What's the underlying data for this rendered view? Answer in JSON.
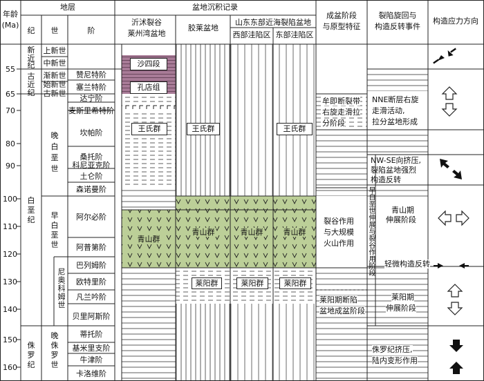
{
  "header": {
    "age_label_1": "年龄",
    "age_label_2": "(Ma)",
    "strata": "地层",
    "period": "纪",
    "epoch": "世",
    "stage": "阶",
    "basin_records": "盆地沉积记录",
    "col_yishu_1": "沂沭裂谷",
    "col_yishu_2": "莱州湾盆地",
    "col_jiaolai": "胶莱盆地",
    "col_shandong_top": "山东东部近海裂陷盆地",
    "col_west": "西部洼陷区",
    "col_east": "东部洼陷区",
    "col_stage_1": "成盆阶段",
    "col_stage_2": "与原型特征",
    "col_event_1": "裂陷旋回与",
    "col_event_2": "构造反转事件",
    "col_stress": "构造应力方向"
  },
  "age_ticks": [
    "55",
    "65",
    "70",
    "80",
    "90",
    "100",
    "110",
    "120",
    "130",
    "140",
    "150",
    "160"
  ],
  "periods": {
    "neogene_1": "新",
    "neogene_2": "近",
    "neogene_3": "纪",
    "paleogene_1": "古",
    "paleogene_2": "近",
    "paleogene_3": "纪",
    "cretaceous_1": "白",
    "cretaceous_2": "垩",
    "cretaceous_3": "纪",
    "jurassic_1": "侏",
    "jurassic_2": "罗",
    "jurassic_3": "纪"
  },
  "epochs": {
    "pliocene": "上新世",
    "miocene": "中新世",
    "oligocene": "渐新世",
    "eocene": "始新世",
    "paleocene": "古新世",
    "late_cret_1": "晚",
    "late_cret_2": "白",
    "late_cret_3": "垩",
    "late_cret_4": "世",
    "early_cret_1": "早",
    "early_cret_2": "白",
    "early_cret_3": "垩",
    "early_cret_4": "世",
    "neocomian": "尼奥科姆世",
    "late_jur_1": "晚",
    "late_jur_2": "侏",
    "late_jur_3": "罗",
    "late_jur_4": "世"
  },
  "stages": [
    "赞尼特阶",
    "塞兰特阶",
    "达宁阶",
    "麦斯里希特阶",
    "坎帕阶",
    "桑托阶",
    "科尼亚克阶",
    "土仑阶",
    "森诺曼阶",
    "阿尔必阶",
    "阿普第阶",
    "巴列姆阶",
    "欧特里阶",
    "凡兰吟阶",
    "贝里阿斯阶",
    "蒂托阶",
    "基米里支阶",
    "牛津阶",
    "卡洛维阶"
  ],
  "formations": {
    "shasi": "沙四段",
    "kongdian": "孔店组",
    "wangshi": "王氏群",
    "qingshan": "青山群",
    "laiyang": "莱阳群"
  },
  "basin_stages": {
    "s1": "牟即断裂带",
    "s2": "右旋走滑拉",
    "s3": "分阶段",
    "r1": "裂谷作用",
    "r2": "与大规模",
    "r3": "火山作用",
    "l1": "莱阳期断陷",
    "l2": "盆地成盆阶段"
  },
  "events": {
    "nne_1": "NNE断层右旋",
    "nne_2": "走滑活动,",
    "nne_3": "拉分盆地形成",
    "nw_1": "NW-SE向挤压,",
    "nw_2": "裂陷盆地强烈",
    "nw_3": "构造反转",
    "qs_1": "青山期",
    "qs_2": "伸展阶段",
    "mild": "轻微构造反转",
    "ly_1": "莱阳期",
    "ly_2": "伸展阶段",
    "jur_1": "侏罗纪挤压,",
    "jur_2": "陆内变形作用",
    "vertical": "早白垩世伸展与裂谷作用阶段"
  },
  "colors": {
    "purple": "#a87b97",
    "green": "#bccf98",
    "line": "#222222"
  }
}
